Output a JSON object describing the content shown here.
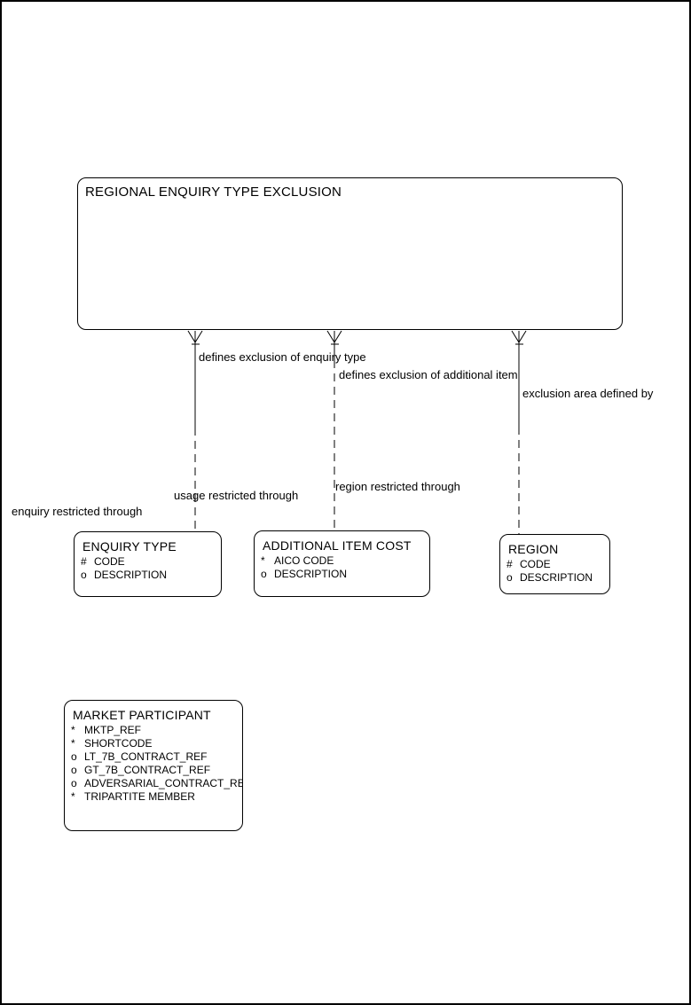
{
  "diagram": {
    "type": "entity-relationship-diagram",
    "colors": {
      "foreground": "#000000",
      "background": "#ffffff"
    },
    "parent_entity": {
      "title": "REGIONAL ENQUIRY TYPE EXCLUSION"
    },
    "relationships": [
      {
        "child_entity": "ENQUIRY TYPE",
        "parent_label": "defines exclusion of enquiry type",
        "child_label": "enquiry restricted through",
        "cardinality": "many",
        "line_style": "solid-top-dashed-bottom"
      },
      {
        "child_entity": "ADDITIONAL ITEM COST",
        "parent_label": "defines exclusion of additional item",
        "child_label": "usage restricted through",
        "cardinality": "many",
        "line_style": "dashed"
      },
      {
        "child_entity": "REGION",
        "parent_label": "exclusion area defined by",
        "child_label": "region restricted through",
        "cardinality": "many",
        "line_style": "solid-top-dashed-bottom"
      }
    ],
    "entities": [
      {
        "title": "ENQUIRY TYPE",
        "attributes": [
          {
            "prefix": "#",
            "name": "CODE"
          },
          {
            "prefix": "o",
            "name": "DESCRIPTION"
          }
        ]
      },
      {
        "title": "ADDITIONAL ITEM COST",
        "attributes": [
          {
            "prefix": "*",
            "name": "AICO CODE"
          },
          {
            "prefix": "o",
            "name": "DESCRIPTION"
          }
        ]
      },
      {
        "title": "REGION",
        "attributes": [
          {
            "prefix": "#",
            "name": "CODE"
          },
          {
            "prefix": "o",
            "name": "DESCRIPTION"
          }
        ]
      },
      {
        "title": "MARKET PARTICIPANT",
        "attributes": [
          {
            "prefix": "*",
            "name": "MKTP_REF"
          },
          {
            "prefix": "*",
            "name": "SHORTCODE"
          },
          {
            "prefix": "o",
            "name": "LT_7B_CONTRACT_REF"
          },
          {
            "prefix": "o",
            "name": "GT_7B_CONTRACT_REF"
          },
          {
            "prefix": "o",
            "name": "ADVERSARIAL_CONTRACT_REF"
          },
          {
            "prefix": "*",
            "name": "TRIPARTITE MEMBER"
          }
        ]
      }
    ]
  }
}
